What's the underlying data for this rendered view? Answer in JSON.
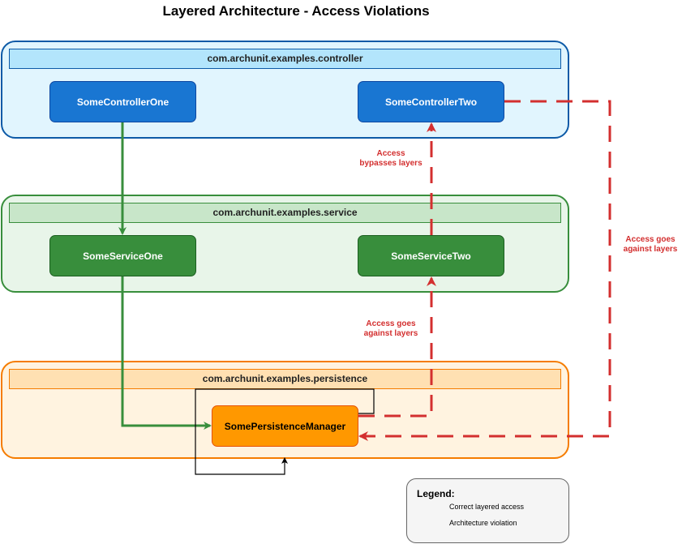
{
  "title": "Layered Architecture - Access Violations",
  "colors": {
    "correct": "#388e3c",
    "violation": "#d32f2f",
    "self_call": "#000000"
  },
  "layers": {
    "controller": {
      "package": "com.archunit.examples.controller",
      "components": [
        "SomeControllerOne",
        "SomeControllerTwo"
      ]
    },
    "service": {
      "package": "com.archunit.examples.service",
      "components": [
        "SomeServiceOne",
        "SomeServiceTwo"
      ]
    },
    "persistence": {
      "package": "com.archunit.examples.persistence",
      "components": [
        "SomePersistenceManager"
      ]
    }
  },
  "edges": [
    {
      "from": "SomeControllerOne",
      "to": "SomeServiceOne",
      "kind": "correct"
    },
    {
      "from": "SomeServiceOne",
      "to": "SomePersistenceManager",
      "kind": "correct"
    },
    {
      "from": "SomeServiceTwo",
      "to": "SomeControllerTwo",
      "kind": "violation",
      "label": "Access bypasses layers"
    },
    {
      "from": "SomePersistenceManager",
      "to": "SomeServiceTwo",
      "kind": "violation",
      "label": "Access goes against layers"
    },
    {
      "from": "SomeControllerTwo",
      "to": "SomePersistenceManager",
      "kind": "violation",
      "label": "Access goes against layers"
    },
    {
      "from": "SomePersistenceManager",
      "to": "SomePersistenceManager",
      "kind": "self"
    }
  ],
  "violation_labels": {
    "bypass_line1": "Access",
    "bypass_line2": "bypasses layers",
    "against_mid_line1": "Access goes",
    "against_mid_line2": "against layers",
    "against_right_line1": "Access goes",
    "against_right_line2": "against layers"
  },
  "legend": {
    "title": "Legend:",
    "items": [
      {
        "label": "Correct layered access",
        "kind": "correct"
      },
      {
        "label": "Architecture violation",
        "kind": "violation"
      }
    ]
  }
}
